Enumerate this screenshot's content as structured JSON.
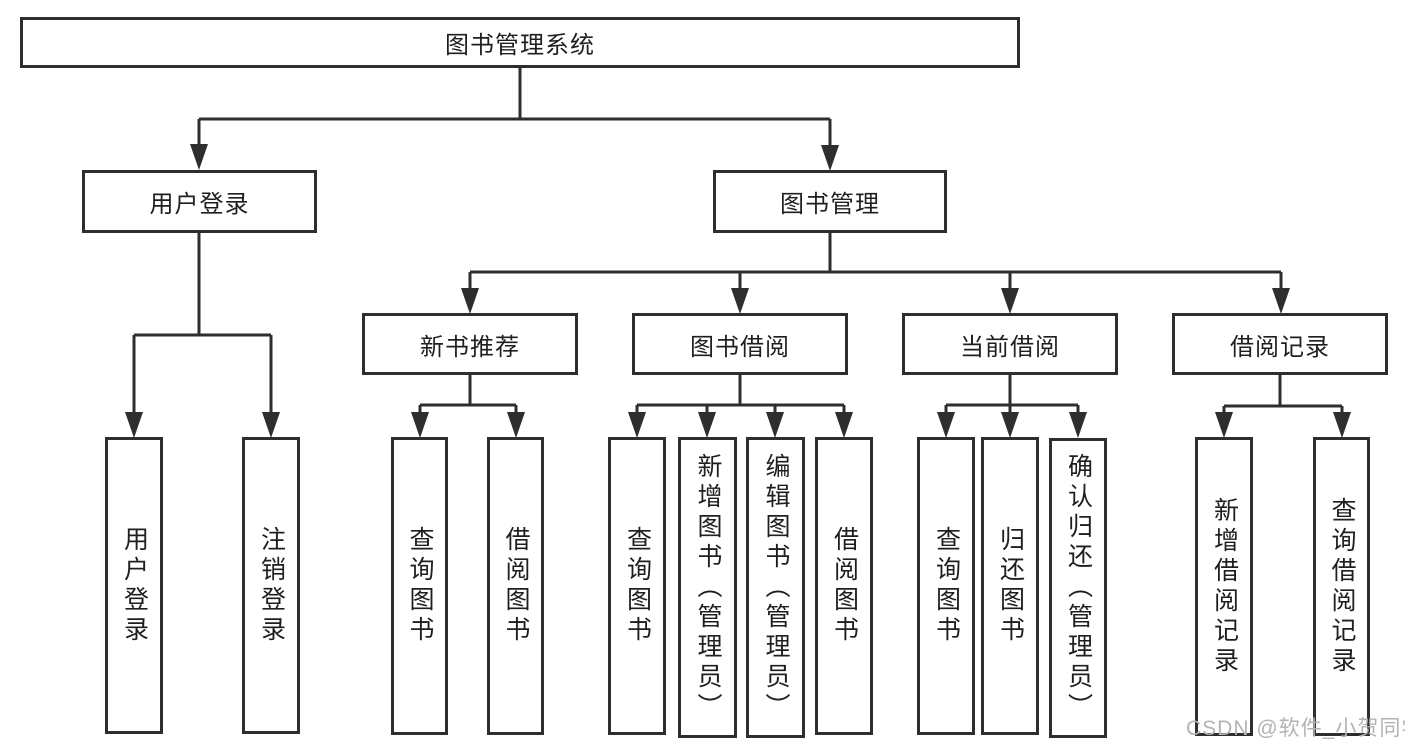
{
  "diagram": {
    "title": "图书管理系统",
    "level2": [
      {
        "label": "用户登录"
      },
      {
        "label": "图书管理"
      }
    ],
    "level3": [
      {
        "label": "新书推荐"
      },
      {
        "label": "图书借阅"
      },
      {
        "label": "当前借阅"
      },
      {
        "label": "借阅记录"
      }
    ],
    "leaves": [
      {
        "label": "用户登录"
      },
      {
        "label": "注销登录"
      },
      {
        "label": "查询图书"
      },
      {
        "label": "借阅图书"
      },
      {
        "label": "查询图书"
      },
      {
        "label": "新增图书（管理员）"
      },
      {
        "label": "编辑图书（管理员）"
      },
      {
        "label": "借阅图书"
      },
      {
        "label": "查询图书"
      },
      {
        "label": "归还图书"
      },
      {
        "label": "确认归还（管理员）"
      },
      {
        "label": "新增借阅记录"
      },
      {
        "label": "查询借阅记录"
      }
    ]
  },
  "watermark": {
    "text": "CSDN @软件_小贺同学"
  },
  "colors": {
    "line": "#2e2e2e",
    "border": "#2e2e2e",
    "text": "#1f1f1f",
    "background": "#ffffff",
    "watermark": "#b3b3b3"
  }
}
